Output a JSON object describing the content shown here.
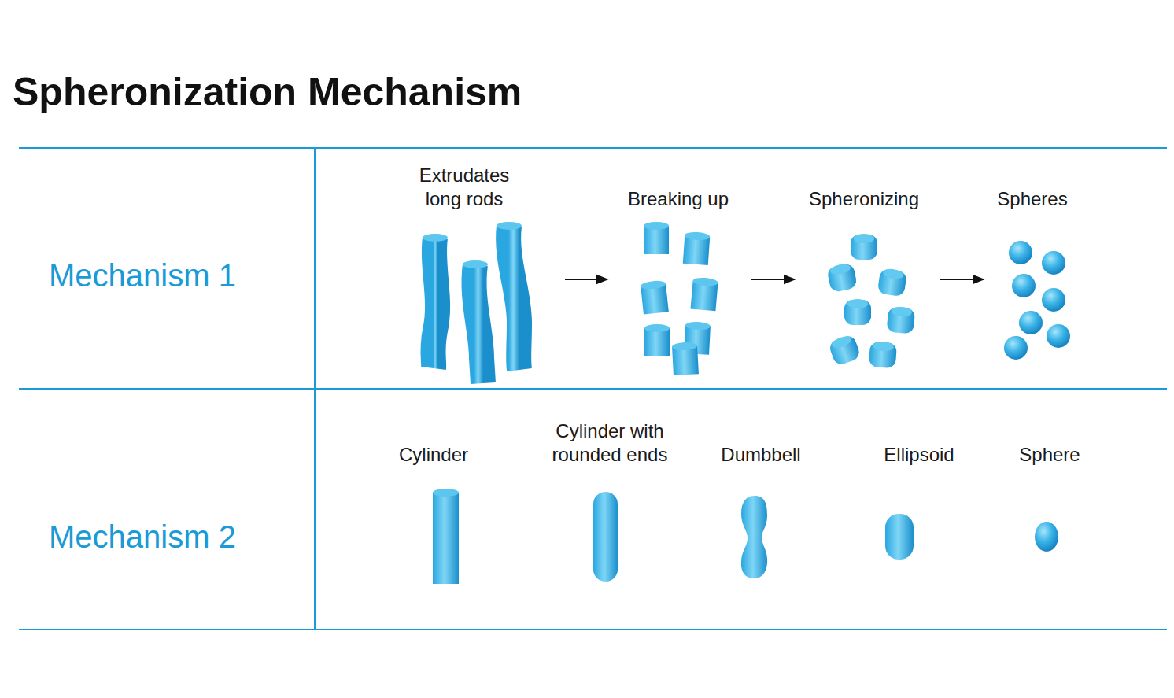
{
  "diagram": {
    "title": "Spheronization Mechanism",
    "labels": [
      "Mechanism 1",
      "Extrudates long rods",
      "Breaking up",
      "Spheronizing",
      "Spheres",
      "Mechanism 2",
      "Cylinder",
      "Cylinder with rounded ends",
      "Dumbbell",
      "Ellipsoid",
      "Sphere"
    ]
  }
}
